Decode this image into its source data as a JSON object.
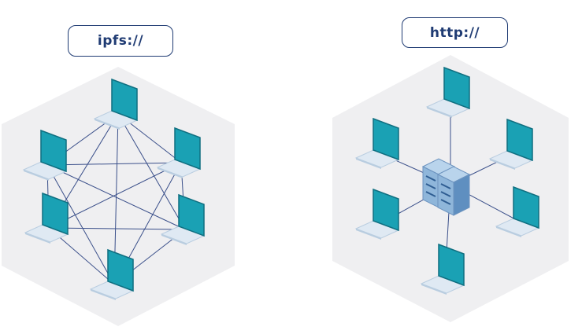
{
  "diagram": {
    "left": {
      "label": "ipfs://",
      "topology": "mesh",
      "node_count": 6
    },
    "right": {
      "label": "http://",
      "topology": "star",
      "node_count": 6,
      "hub": "server"
    },
    "colors": {
      "background_hex": "#efeff1",
      "link": "#3a4f8a",
      "screen": "#1aa1b4",
      "screen_edge": "#0f6f80",
      "base": "#dfe9f3",
      "base_edge": "#b9cde0",
      "label_border": "#1f3b73",
      "server_front": "#8fb6da",
      "server_side": "#5f8fc0",
      "server_top": "#b9d4ec"
    }
  }
}
